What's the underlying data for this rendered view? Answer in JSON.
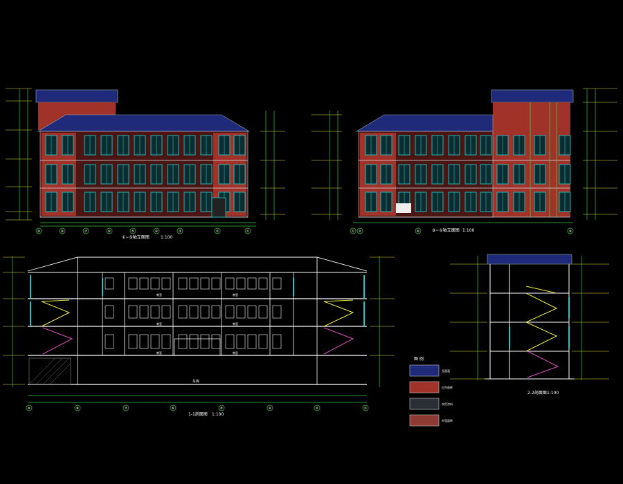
{
  "drawing": {
    "elevation_a": {
      "title": "①~⑨轴立面图",
      "scale": "1:100",
      "axis_labels": [
        "⑨",
        "⑧",
        "⑦",
        "⑥",
        "⑤",
        "④",
        "③",
        "②",
        "①"
      ]
    },
    "elevation_b": {
      "title": "⑨~①轴立面图",
      "scale": "1:100",
      "axis_labels": [
        "①",
        "②",
        "⑥",
        "⑨"
      ]
    },
    "section_1": {
      "title": "1-1剖面图",
      "scale": "1:100",
      "axis_labels": [
        "⑨",
        "⑧",
        "⑦",
        "⑥",
        "⑤",
        "④",
        "②",
        "①"
      ],
      "room_label": "车库",
      "room_labels": [
        "教室",
        "教室",
        "教室",
        "教室",
        "教室",
        "教室"
      ]
    },
    "section_2": {
      "title": "2-2剖面图",
      "scale": "1:100"
    },
    "legend": {
      "title": "图 例",
      "items": [
        "瓦屋面",
        "红色面砖",
        "灰色涂料",
        "外墙面砖"
      ]
    },
    "colors": {
      "brick": "#a0322a",
      "roof": "#1f2a7a",
      "window": "#1ec8c8",
      "dim": "#3ac93a",
      "floor": "#ffffff",
      "stair": "#e6e63a",
      "stair_cut": "#d24fb4"
    }
  }
}
